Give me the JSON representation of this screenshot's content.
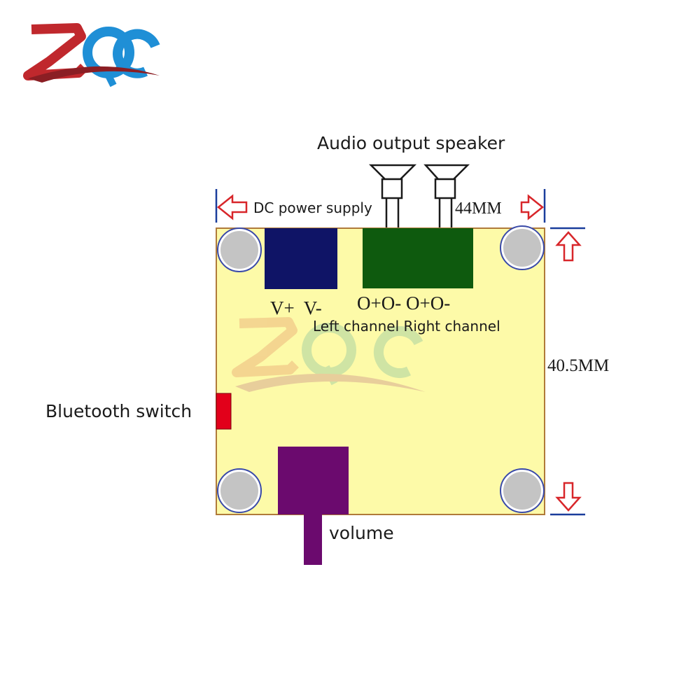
{
  "logo": {
    "text": "ZQC",
    "colors": {
      "z": "#c0282d",
      "q": "#1f8fd6",
      "c": "#1f8fd6",
      "swoosh": "#8b1e24"
    }
  },
  "watermark": {
    "text": "ZQC"
  },
  "labels": {
    "audio_output": "Audio output speaker",
    "dc_power": "DC power supply",
    "width_dim": "44MM",
    "height_dim": "40.5MM",
    "power_pins": "V+  V-",
    "output_pins": "O+O- O+O-",
    "channels": "Left channel Right channel",
    "bluetooth_switch": "Bluetooth switch",
    "volume": "volume"
  },
  "colors": {
    "board": "#fdfaa8",
    "board_border": "#b07a3a",
    "dc_jack": "#0f1466",
    "output_terminal": "#0e5a0e",
    "volume_knob": "#6b0a6e",
    "switch": "#e2001a",
    "mount_hole": "#c4c4c4",
    "mount_ring": "#3a4aa8",
    "dimension_arrow": "#d8262a",
    "dimension_line": "#1a3d9c"
  }
}
